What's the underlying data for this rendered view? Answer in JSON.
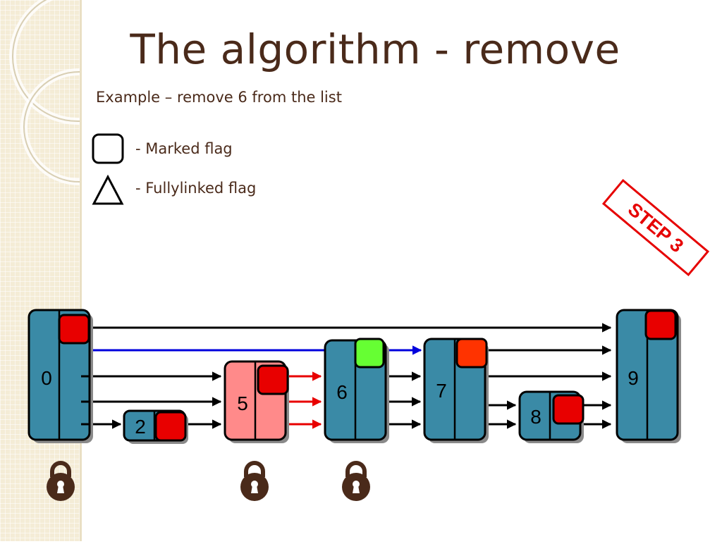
{
  "slide": {
    "title": "The algorithm - remove",
    "subtitle": "Example – remove 6 from the list",
    "legend": [
      {
        "shape": "square",
        "label": "- Marked flag"
      },
      {
        "shape": "triangle",
        "label": "- Fullylinked flag"
      }
    ],
    "step": "STEP 3"
  },
  "nodes": [
    {
      "key": "0",
      "marked_flag_color": "#e80000",
      "locked": true
    },
    {
      "key": "2",
      "marked_flag_color": "#e80000",
      "locked": false
    },
    {
      "key": "5",
      "marked_flag_color": "#e80000",
      "locked": true
    },
    {
      "key": "6",
      "marked_flag_color": "#66ff33",
      "locked": true
    },
    {
      "key": "7",
      "marked_flag_color": "#ff3300",
      "locked": false
    },
    {
      "key": "8",
      "marked_flag_color": "#e80000",
      "locked": false
    },
    {
      "key": "9",
      "marked_flag_color": "#e80000",
      "locked": false
    }
  ],
  "colors": {
    "node_fill": "#3a8aa6",
    "removing_predecessor_fill": "#ff8a8a",
    "pointer_arrow": "#000000",
    "new_link_arrow": "#0000dd",
    "pending_arrow": "#e80000",
    "lock_icon": "#4a2a1a"
  }
}
